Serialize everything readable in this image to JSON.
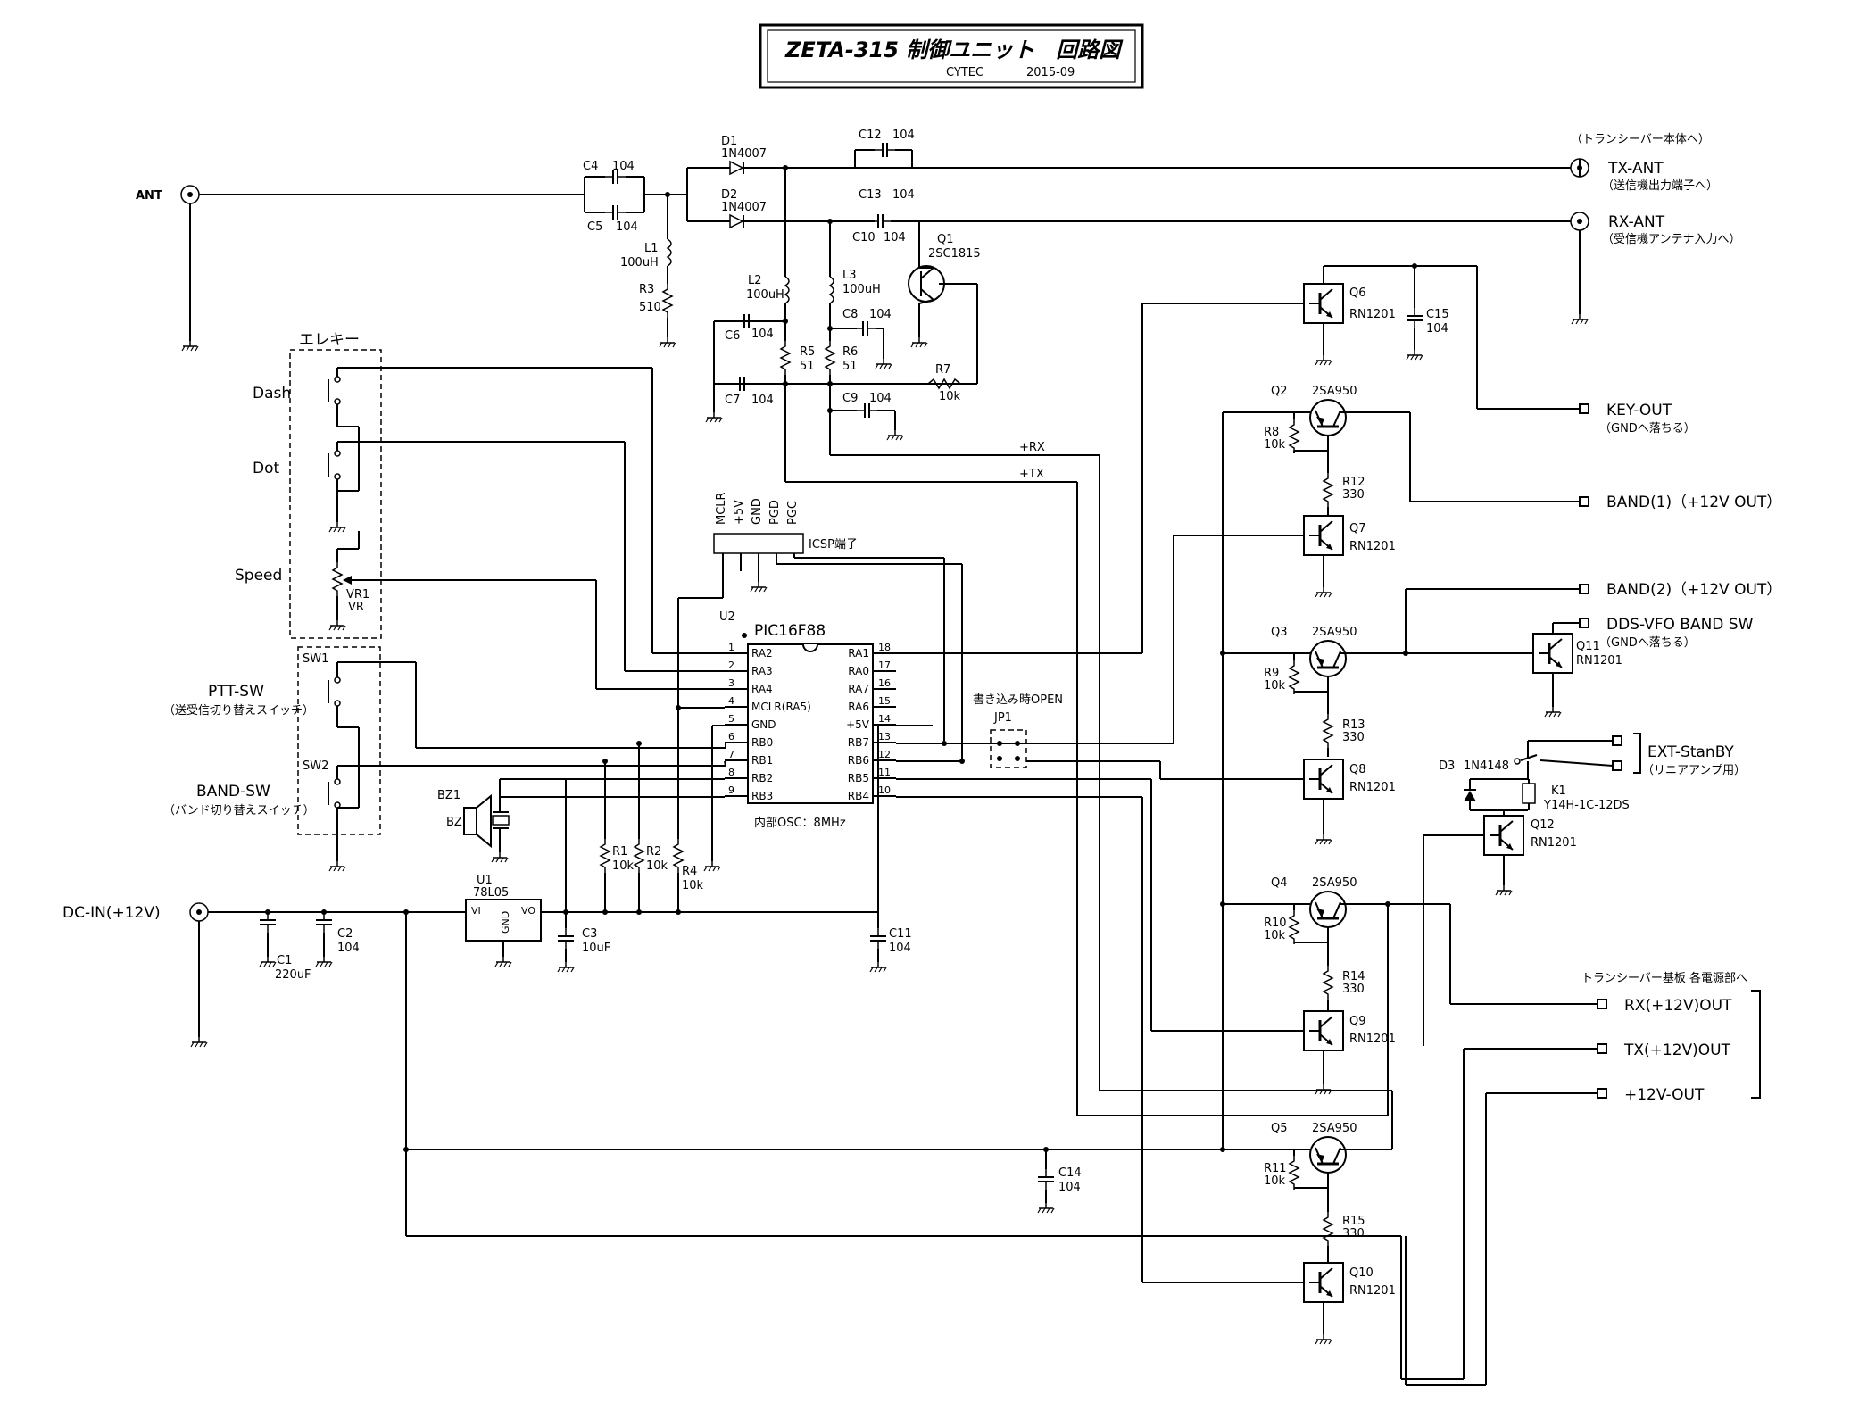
{
  "title": {
    "main": "ZETA-315 制御ユニット　回路図",
    "maker": "CYTEC",
    "date": "2015-09"
  },
  "terminals": {
    "ant": "ANT",
    "to_body": "（トランシーバー本体へ）",
    "tx_ant": "TX-ANT",
    "tx_ant_note": "（送信機出力端子へ）",
    "rx_ant": "RX-ANT",
    "rx_ant_note": "（受信機アンテナ入力へ）",
    "key_out": "KEY-OUT",
    "key_out_note": "（GNDへ落ちる）",
    "band1": "BAND(1)（+12V OUT）",
    "band2": "BAND(2)（+12V OUT）",
    "ddsvfo": "DDS-VFO BAND SW",
    "ddsvfo_note": "（GNDへ落ちる）",
    "ext": "EXT-StanBY",
    "ext_note": "（リニアアンプ用）",
    "pwr_note": "トランシーバー基板 各電源部へ",
    "rx12": "RX(+12V)OUT",
    "tx12": "TX(+12V)OUT",
    "p12": "+12V-OUT",
    "dcin": "DC-IN(+12V)"
  },
  "switches": {
    "elekey": "エレキー",
    "dash": "Dash",
    "dot": "Dot",
    "speed": "Speed",
    "vr1": "VR1",
    "vr": "VR",
    "sw1": "SW1",
    "sw2": "SW2",
    "ptt": "PTT-SW",
    "ptt_note": "（送受信切り替えスイッチ）",
    "band": "BAND-SW",
    "band_note": "（バンド切り替えスイッチ）"
  },
  "icsp": {
    "label": "ICSP端子",
    "pins": [
      "MCLR",
      "+5V",
      "GND",
      "PGD",
      "PGC"
    ]
  },
  "mcu": {
    "ref": "U2",
    "part": "PIC16F88",
    "osc": "内部OSC：8MHz",
    "left": [
      {
        "n": "1",
        "name": "RA2"
      },
      {
        "n": "2",
        "name": "RA3"
      },
      {
        "n": "3",
        "name": "RA4"
      },
      {
        "n": "4",
        "name": "MCLR(RA5)"
      },
      {
        "n": "5",
        "name": "GND"
      },
      {
        "n": "6",
        "name": "RB0"
      },
      {
        "n": "7",
        "name": "RB1"
      },
      {
        "n": "8",
        "name": "RB2"
      },
      {
        "n": "9",
        "name": "RB3"
      }
    ],
    "right": [
      {
        "n": "18",
        "name": "RA1"
      },
      {
        "n": "17",
        "name": "RA0"
      },
      {
        "n": "16",
        "name": "RA7"
      },
      {
        "n": "15",
        "name": "RA6"
      },
      {
        "n": "14",
        "name": "+5V"
      },
      {
        "n": "13",
        "name": "RB7"
      },
      {
        "n": "12",
        "name": "RB6"
      },
      {
        "n": "11",
        "name": "RB5"
      },
      {
        "n": "10",
        "name": "RB4"
      }
    ]
  },
  "jp1": {
    "ref": "JP1",
    "note": "書き込み時OPEN"
  },
  "nets": {
    "rx": "+RX",
    "tx": "+TX"
  },
  "parts": {
    "C4": "C4",
    "C4v": "104",
    "C5": "C5",
    "C5v": "104",
    "D1": "D1",
    "D1v": "1N4007",
    "D2": "D2",
    "D2v": "1N4007",
    "C12": "C12",
    "C12v": "104",
    "C13": "C13",
    "C13v": "104",
    "C10": "C10",
    "C10v": "104",
    "Q1": "Q1",
    "Q1v": "2SC1815",
    "L1": "L1",
    "L1v": "100uH",
    "R3": "R3",
    "R3v": "510",
    "L2": "L2",
    "L2v": "100uH",
    "L3": "L3",
    "L3v": "100uH",
    "C6": "C6",
    "C6v": "104",
    "C8": "C8",
    "C8v": "104",
    "R5": "R5",
    "R5v": "51",
    "R6": "R6",
    "R6v": "51",
    "C7": "C7",
    "C7v": "104",
    "C9": "C9",
    "C9v": "104",
    "R7": "R7",
    "R7v": "10k",
    "R1": "R1",
    "R1v": "10k",
    "R2": "R2",
    "R2v": "10k",
    "R4": "R4",
    "R4v": "10k",
    "BZ1": "BZ1",
    "BZ": "BZ",
    "U1": "U1",
    "U1v": "78L05",
    "vi": "VI",
    "vo": "VO",
    "gnd": "GND",
    "C1": "C1",
    "C1v": "220uF",
    "C2": "C2",
    "C2v": "104",
    "C3": "C3",
    "C3v": "10uF",
    "C11": "C11",
    "C11v": "104",
    "C14": "C14",
    "C14v": "104",
    "C15": "C15",
    "C15v": "104",
    "Q6": "Q6",
    "Q7": "Q7",
    "Q8": "Q8",
    "Q9": "Q9",
    "Q10": "Q10",
    "Q11": "Q11",
    "Q12": "Q12",
    "rn": "RN1201",
    "Q2": "Q2",
    "Q3": "Q3",
    "Q4": "Q4",
    "Q5": "Q5",
    "pnp": "2SA950",
    "R8": "R8",
    "R9": "R9",
    "R10": "R10",
    "R11": "R11",
    "rv10k": "10k",
    "R12": "R12",
    "R13": "R13",
    "R14": "R14",
    "R15": "R15",
    "rv330": "330",
    "D3": "D3",
    "D3v": "1N4148",
    "K1": "K1",
    "K1v": "Y14H-1C-12DS"
  }
}
